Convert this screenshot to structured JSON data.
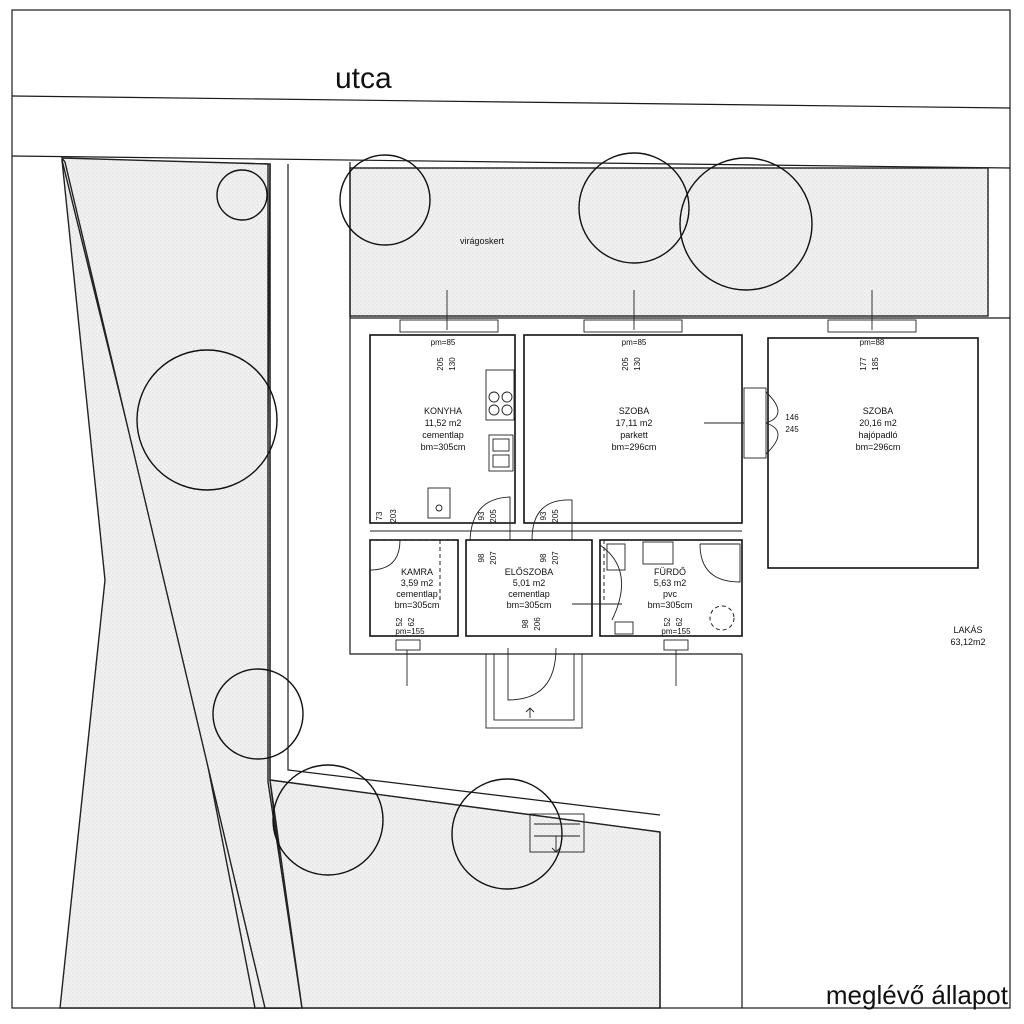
{
  "street_label": "utca",
  "status_label": "meglévő állapot",
  "garden_label": "virágoskert",
  "apartment": {
    "name": "LAKÁS",
    "area": "63,12m2"
  },
  "rooms": [
    {
      "id": "konyha",
      "name": "KONYHA",
      "area": "11,52 m2",
      "floor": "cementlap",
      "height": "bm=305cm"
    },
    {
      "id": "szoba1",
      "name": "SZOBA",
      "area": "17,11 m2",
      "floor": "parkett",
      "height": "bm=296cm"
    },
    {
      "id": "szoba2",
      "name": "SZOBA",
      "area": "20,16 m2",
      "floor": "hajópadló",
      "height": "bm=296cm"
    },
    {
      "id": "kamra",
      "name": "KAMRA",
      "area": "3,59 m2",
      "floor": "cementlap",
      "height": "bm=305cm"
    },
    {
      "id": "eloszoba",
      "name": "ELŐSZOBA",
      "area": "5,01 m2",
      "floor": "cementlap",
      "height": "bm=305cm"
    },
    {
      "id": "furdo",
      "name": "FÜRDŐ",
      "area": "5,63 m2",
      "floor": "pvc",
      "height": "bm=305cm"
    }
  ],
  "openings": {
    "win_konyha": {
      "sill": "pm=85",
      "w": "205",
      "h": "130"
    },
    "win_szoba1": {
      "sill": "pm=85",
      "w": "205",
      "h": "130"
    },
    "win_szoba2": {
      "sill": "pm=88",
      "w": "177",
      "h": "185"
    },
    "door_terrace": {
      "w": "146",
      "h": "245"
    },
    "door_konyha": {
      "w": "93",
      "h": "205"
    },
    "door_szoba": {
      "w": "93",
      "h": "205"
    },
    "door_kamra_top": {
      "w": "73",
      "h": "203"
    },
    "door_elo_left": {
      "w": "98",
      "h": "207"
    },
    "door_elo_right": {
      "w": "98",
      "h": "207"
    },
    "door_entry": {
      "w": "98",
      "h": "206"
    },
    "win_kamra": {
      "w": "52",
      "h": "62",
      "sill": "pm=155"
    },
    "win_furdo": {
      "w": "52",
      "h": "62",
      "sill": "pm=155"
    }
  }
}
